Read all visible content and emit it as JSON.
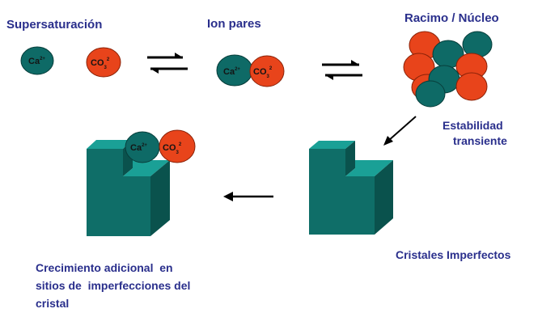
{
  "labels": {
    "supersaturation": "Supersaturación",
    "ion_pairs": "Ion pares",
    "cluster": "Racimo / Núcleo",
    "stability_line1": "Estabilidad",
    "stability_line2": "transiente",
    "imperfect_crystals": "Cristales Imperfectos",
    "growth_line1": "Crecimiento adicional  en",
    "growth_line2": "sitios de  imperfecciones del",
    "growth_line3": "cristal"
  },
  "ions": {
    "calcium": {
      "base": "Ca",
      "charge": "2+"
    },
    "carbonate": {
      "base": "CO",
      "sub": "3",
      "charge": "2"
    }
  },
  "colors": {
    "label_text": "#2a2f8c",
    "calcium_ion": "#0e6a66",
    "carbonate_ion": "#e8441b",
    "crystal_front": "#0f6e68",
    "crystal_top": "#1aa096",
    "crystal_side": "#0a524d",
    "arrow": "#000000"
  },
  "icons": [
    "equilibrium-arrows",
    "reaction-arrow",
    "crystal-block"
  ]
}
